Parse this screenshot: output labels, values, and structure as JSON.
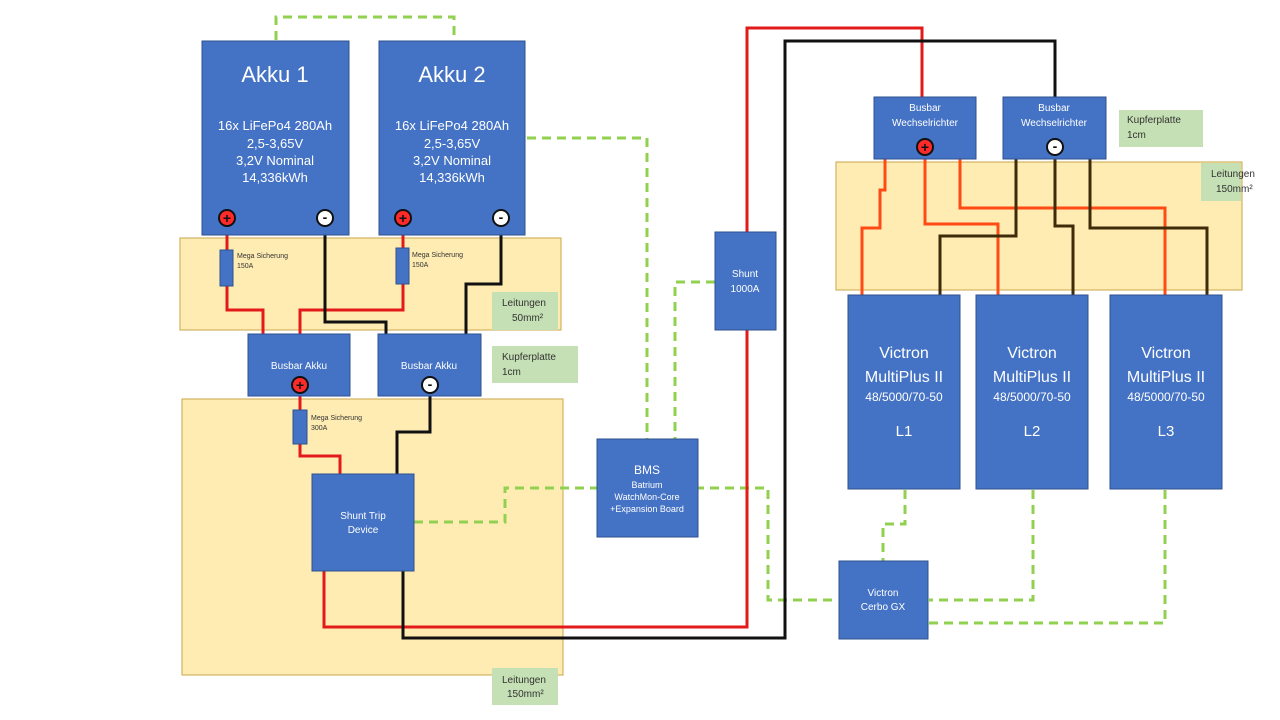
{
  "akku1": {
    "title": "Akku 1",
    "lines": [
      "16x LiFePo4 280Ah",
      "2,5-3,65V",
      "3,2V Nominal",
      "14,336kWh"
    ]
  },
  "akku2": {
    "title": "Akku 2",
    "lines": [
      "16x LiFePo4 280Ah",
      "2,5-3,65V",
      "3,2V Nominal",
      "14,336kWh"
    ]
  },
  "fuse_akku": {
    "line1": "Mega Sicherung",
    "line2": "150A"
  },
  "fuse_main": {
    "line1": "Mega Sicherung",
    "line2": "300A"
  },
  "busbar_akku": "Busbar Akku",
  "busbar_inv": {
    "line1": "Busbar",
    "line2": "Wechselrichter"
  },
  "kupfer": {
    "line1": "Kupferplatte",
    "line2": "1cm"
  },
  "leitungen_50": {
    "line1": "Leitungen",
    "line2": "50mm²"
  },
  "leitungen_150": {
    "line1": "Leitungen",
    "line2": "150mm²"
  },
  "shunt_trip": {
    "line1": "Shunt Trip",
    "line2": "Device"
  },
  "bms": {
    "line1": "BMS",
    "line2": "Batrium",
    "line3": "WatchMon-Core",
    "line4": "+Expansion Board"
  },
  "shunt": {
    "line1": "Shunt",
    "line2": "1000A"
  },
  "cerbo": {
    "line1": "Victron",
    "line2": "Cerbo GX"
  },
  "victron": {
    "line1": "Victron",
    "line2": "MultiPlus II",
    "line3": "48/5000/70-50"
  },
  "phases": [
    "L1",
    "L2",
    "L3"
  ],
  "polarity": {
    "plus": "+",
    "minus": "-"
  },
  "colors": {
    "box": "#4472c4",
    "zone": "#ffe699",
    "note": "#c5e0b4",
    "positive": "#e31a1a",
    "negative": "#111111",
    "signal": "#92d050"
  }
}
